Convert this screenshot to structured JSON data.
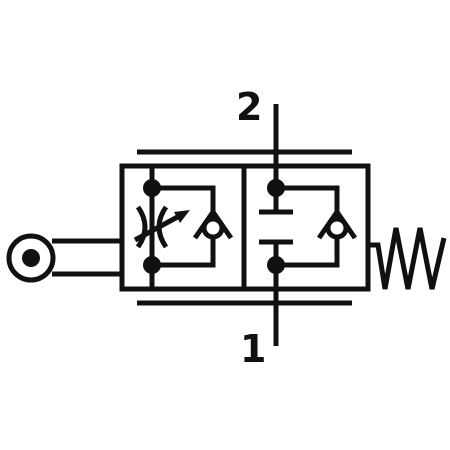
{
  "ports": {
    "top": "2",
    "bottom": "1"
  },
  "colors": {
    "stroke": "#111111",
    "background": "#ffffff"
  },
  "symbols": [
    "roller-actuator",
    "adjustable-throttle",
    "check-valve",
    "spring-return"
  ]
}
